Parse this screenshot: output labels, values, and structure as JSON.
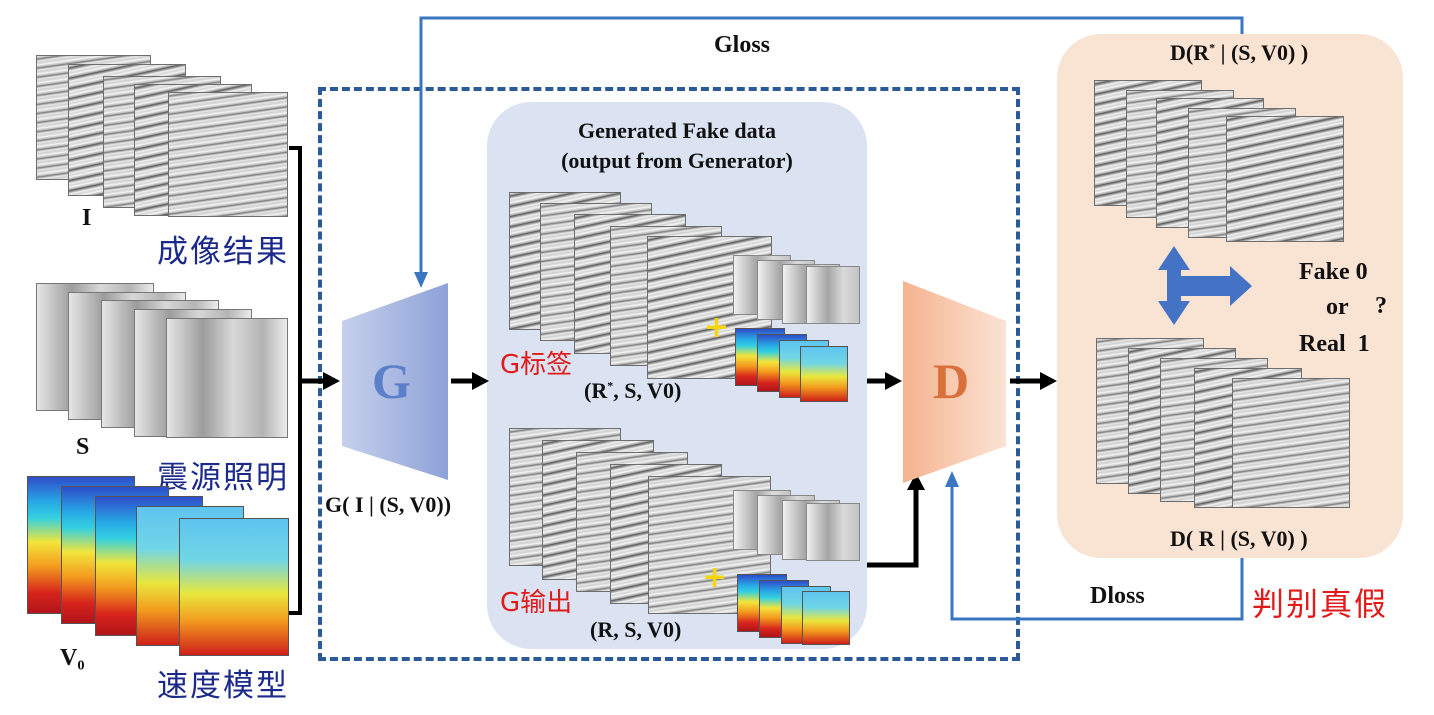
{
  "inputs": {
    "image_label": "I",
    "image_cn": "成像结果",
    "source_label": "S",
    "source_cn": "震源照明",
    "velocity_label": "V₀",
    "velocity_cn": "速度模型"
  },
  "generator": {
    "letter": "G",
    "output_formula": "G( I | (S, V0))",
    "color": "#5b7fc8"
  },
  "generated_panel": {
    "title_line1": "Generated Fake data",
    "title_line2": "(output from Generator)",
    "label_cn": "G标签",
    "tuple": "(R*, S, V0)",
    "output_cn": "G输出",
    "output_tuple": "(R, S, V0)"
  },
  "discriminator": {
    "letter": "D",
    "color": "#d9703a"
  },
  "loss": {
    "gloss": "Gloss",
    "dloss": "Dloss"
  },
  "decision_panel": {
    "top_formula": "D(R* | (S, V0) )",
    "bottom_formula": "D( R | (S, V0) )",
    "fake": "Fake 0",
    "or": "or",
    "question": "?",
    "real": "Real  1",
    "judge_cn": "判别真假"
  },
  "colors": {
    "dashed_box": "#2b5a99",
    "feedback_arrow": "#3a76c0",
    "gen_panel_bg": "#dbe3f2",
    "disc_panel_bg": "#f9e3d3",
    "red_text": "#e21a1a",
    "blue_cn": "#1b2a8a"
  }
}
